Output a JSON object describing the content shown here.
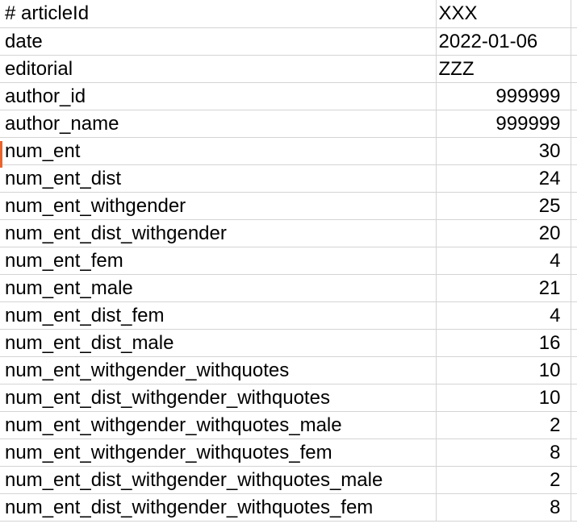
{
  "sheet": {
    "rows": [
      {
        "label": "# articleId",
        "value": "XXX",
        "align": "left"
      },
      {
        "label": "date",
        "value": "2022-01-06",
        "align": "left"
      },
      {
        "label": "editorial",
        "value": "ZZZ",
        "align": "left"
      },
      {
        "label": "author_id",
        "value": "999999",
        "align": "right"
      },
      {
        "label": "author_name",
        "value": "999999",
        "align": "right"
      },
      {
        "label": "num_ent",
        "value": "30",
        "align": "right"
      },
      {
        "label": "num_ent_dist",
        "value": "24",
        "align": "right"
      },
      {
        "label": "num_ent_withgender",
        "value": "25",
        "align": "right"
      },
      {
        "label": "num_ent_dist_withgender",
        "value": "20",
        "align": "right"
      },
      {
        "label": "num_ent_fem",
        "value": "4",
        "align": "right"
      },
      {
        "label": "num_ent_male",
        "value": "21",
        "align": "right"
      },
      {
        "label": "num_ent_dist_fem",
        "value": "4",
        "align": "right"
      },
      {
        "label": "num_ent_dist_male",
        "value": "16",
        "align": "right"
      },
      {
        "label": "num_ent_withgender_withquotes",
        "value": "10",
        "align": "right"
      },
      {
        "label": "num_ent_dist_withgender_withquotes",
        "value": "10",
        "align": "right"
      },
      {
        "label": "num_ent_withgender_withquotes_male",
        "value": "2",
        "align": "right"
      },
      {
        "label": "num_ent_withgender_withquotes_fem",
        "value": "8",
        "align": "right"
      },
      {
        "label": "num_ent_dist_withgender_withquotes_male",
        "value": "2",
        "align": "right"
      },
      {
        "label": "num_ent_dist_withgender_withquotes_fem",
        "value": "8",
        "align": "right"
      }
    ],
    "active_row_marker_color": "#e8642c",
    "grid_color": "#d4d4d4"
  }
}
